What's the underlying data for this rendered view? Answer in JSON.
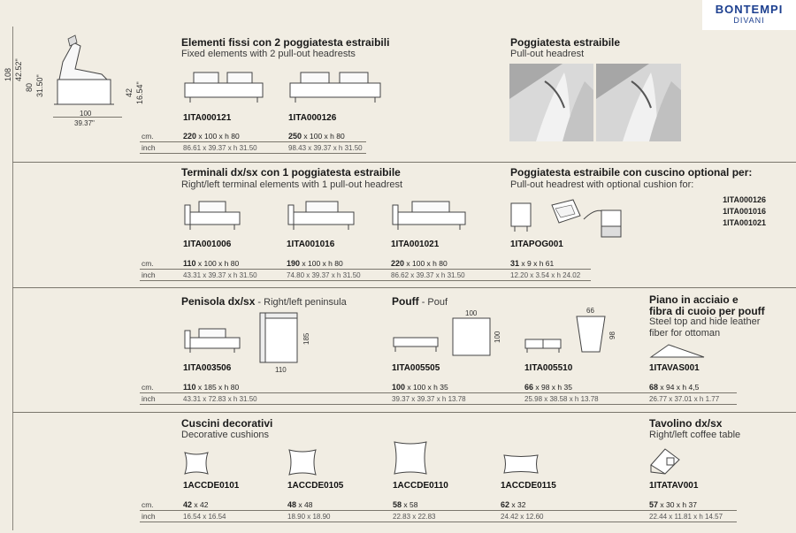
{
  "brand": {
    "name": "BONTEMPI",
    "sub": "DIVANI"
  },
  "side_dims": {
    "h108": "108",
    "h4252": "42.52\"",
    "h80": "80",
    "h3150": "31.50\"",
    "h42": "42",
    "h1654": "16.54\"",
    "w100": "100",
    "w3937": "39.37\""
  },
  "labels": {
    "cm": "cm.",
    "inch": "inch"
  },
  "s1": {
    "title": "Elementi fissi con 2 poggiatesta estraibili",
    "subtitle": "Fixed elements with 2 pull-out headrests",
    "items": [
      {
        "code": "1ITA000121",
        "dim_b": "220",
        "dim_r": " x 100 x h 80",
        "inch": "86.61 x 39.37 x h 31.50"
      },
      {
        "code": "1ITA000126",
        "dim_b": "250",
        "dim_r": " x 100 x h 80",
        "inch": "98.43 x 39.37 x h 31.50"
      }
    ],
    "right_title": "Poggiatesta estraibile",
    "right_sub": "Pull-out headrest"
  },
  "s2": {
    "title": "Terminali dx/sx con 1 poggiatesta estraibile",
    "subtitle": "Right/left terminal elements with 1 pull-out headrest",
    "items": [
      {
        "code": "1ITA001006",
        "dim_b": "110",
        "dim_r": " x 100 x h 80",
        "inch": "43.31 x 39.37 x h 31.50"
      },
      {
        "code": "1ITA001016",
        "dim_b": "190",
        "dim_r": " x 100 x h 80",
        "inch": "74.80 x 39.37 x h 31.50"
      },
      {
        "code": "1ITA001021",
        "dim_b": "220",
        "dim_r": " x 100 x h 80",
        "inch": "86.62 x 39.37 x h 31.50"
      },
      {
        "code": "1ITAPOG001",
        "dim_b": "31",
        "dim_r": " x 9 x h 61",
        "inch": "12.20 x 3.54 x h 24.02"
      }
    ],
    "right_title": "Poggiatesta estraibile con cuscino optional per:",
    "right_sub": "Pull-out headrest with optional cushion for:",
    "right_list": [
      "1ITA000126",
      "1ITA001016",
      "1ITA001021"
    ]
  },
  "s3": {
    "penisola_title": "Penisola dx/sx",
    "penisola_sub": " - Right/left peninsula",
    "pouff_title": "Pouff",
    "pouff_sub": " - Pouf",
    "piano_title1": "Piano in acciaio e",
    "piano_title2": "fibra di cuoio per pouff",
    "piano_sub1": "Steel top and hide leather",
    "piano_sub2": "fiber for ottoman",
    "d185": "185",
    "d110": "110",
    "d100a": "100",
    "d100b": "100",
    "d66": "66",
    "d98": "98",
    "items": [
      {
        "code": "1ITA003506",
        "dim_b": "110",
        "dim_r": " x 185 x h 80",
        "inch": "43.31 x 72.83 x h 31.50"
      },
      {
        "code": "1ITA005505",
        "dim_b": "100",
        "dim_r": " x 100 x h 35",
        "inch": "39.37 x 39.37 x h 13.78"
      },
      {
        "code": "1ITA005510",
        "dim_b": "66",
        "dim_r": " x 98 x h 35",
        "inch": "25.98 x 38.58 x h 13.78"
      },
      {
        "code": "1ITAVAS001",
        "dim_b": "68",
        "dim_r": " x 94 x h 4,5",
        "inch": "26.77 x 37.01 x h 1.77"
      }
    ]
  },
  "s4": {
    "title": "Cuscini decorativi",
    "subtitle": "Decorative cushions",
    "tav_title": "Tavolino dx/sx",
    "tav_sub": "Right/left coffee table",
    "items": [
      {
        "code": "1ACCDE0101",
        "dim_b": "42",
        "dim_r": " x 42",
        "inch": "16.54 x 16.54"
      },
      {
        "code": "1ACCDE0105",
        "dim_b": "48",
        "dim_r": " x 48",
        "inch": "18.90 x 18.90"
      },
      {
        "code": "1ACCDE0110",
        "dim_b": "58",
        "dim_r": " x 58",
        "inch": "22.83 x 22.83"
      },
      {
        "code": "1ACCDE0115",
        "dim_b": "62",
        "dim_r": " x 32",
        "inch": "24.42 x 12.60"
      },
      {
        "code": "1ITATAV001",
        "dim_b": "57",
        "dim_r": " x 30 x h 37",
        "inch": "22.44 x 11.81 x h 14.57"
      }
    ]
  }
}
